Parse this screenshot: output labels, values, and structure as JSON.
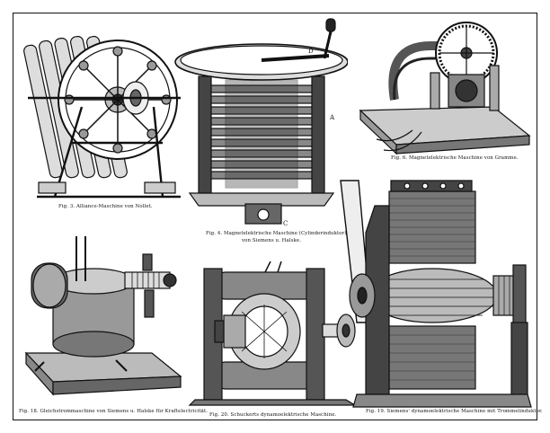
{
  "figures": [
    {
      "caption": "Fig. 3.  Alliance-Maschine von Nollet.",
      "label_d": ""
    },
    {
      "caption_line1": "Fig. 4.  Magnetelektrische Maschine (Cylinderinduktor)",
      "caption_line2": "von Siemens u. Halske.",
      "label_d": "D",
      "label_a": "A",
      "label_c": "C"
    },
    {
      "caption": "Fig. 6.  Magnetelektrische Maschine von Gramme."
    },
    {
      "caption": "Fig. 18.  Gleichstrommaschine von Siemens u. Halske für Kraftelectricität."
    },
    {
      "caption": "Fig. 20.  Schuckerts dynamoelektrische Maschine."
    },
    {
      "caption": "Fig. 19.  Siemens' dynamoelektrische Maschine mit Trommelinduktor."
    }
  ],
  "colors": {
    "ink": "#111111",
    "paper": "#ffffff"
  }
}
